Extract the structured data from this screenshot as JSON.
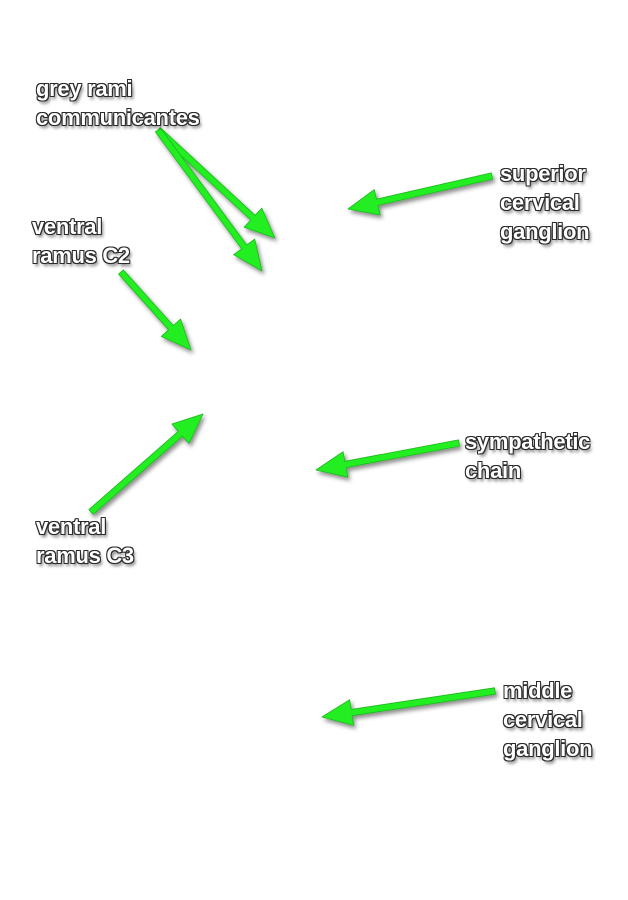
{
  "colors": {
    "arrow": "#22ee22",
    "label_text": "#ffffff",
    "label_outline": "#2a2a2a"
  },
  "labels": {
    "grey_rami": [
      "grey rami",
      "communicantes"
    ],
    "superior_cervical_ganglion": [
      "superior",
      "cervical",
      "ganglion"
    ],
    "ventral_ramus_c2": [
      "ventral",
      "ramus C2"
    ],
    "sympathetic_chain": [
      "sympathetic",
      "chain"
    ],
    "ventral_ramus_c3": [
      "ventral",
      "ramus C3"
    ],
    "middle_cervical_ganglion": [
      "middle",
      "cervical",
      "ganglion"
    ]
  }
}
